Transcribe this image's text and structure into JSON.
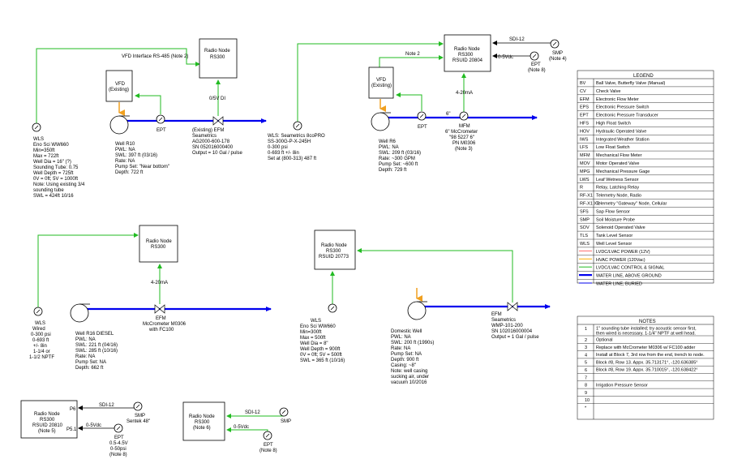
{
  "colors": {
    "control": "#22bb22",
    "water": "#0000ee",
    "vfd_arrow": "#f0a020",
    "power_12v": "#ff6b6b",
    "power_120v": "#ffb000"
  },
  "icons": {
    "sensor": "gauge-dial-icon",
    "pump": "pump-icon",
    "valve": "valve-icon"
  },
  "top_left": {
    "vfd_link": "VFD Interface RS-485 (Note 2)",
    "radio": [
      "Radio Node",
      "RS300"
    ],
    "vfd": [
      "VFD",
      "(Existing)"
    ],
    "dc_signal": "0/5V DI",
    "ept": "EPT",
    "wls": [
      "WLS",
      "Eno Sci WW660",
      "Min=350ft",
      "Max = 722ft",
      "Well Dia = 16\" (?)",
      "Sounding Tube: 0.75",
      "Well Depth = 725ft",
      "0V = 0ft; 5V = 1000ft",
      "Note: Using existing 3/4",
      "sounding tube",
      "SWL = 424ft 10/16"
    ],
    "well": [
      "Well R10",
      "PWL: NA",
      "SWL: 397 ft (03/16)",
      "Rate: NA",
      "Pump Set: \"Near bottom\"",
      "Depth: 722 ft"
    ],
    "efm": [
      "(Existing) EFM",
      "Seametrics",
      "AG2000-600-178",
      "SN 052016000400",
      "Output = 10 Gal / pulse"
    ]
  },
  "top_mid": {
    "note2": "Note 2",
    "sdi": "SDI-12",
    "vdc": "0-5Vdc",
    "radio": [
      "Radio Node",
      "RS300",
      "RSUID 20804"
    ],
    "smp": [
      "SMP",
      "(Note 4)"
    ],
    "ept_note": [
      "EPT",
      "(Note 8)"
    ],
    "vfd": [
      "VFD",
      "(Existing)"
    ],
    "ma": "4-20mA",
    "pipe": "6\"",
    "ept": "EPT",
    "wls": [
      "WLS: Seametrics 8coPRO",
      "SS-300G-P-X-245H",
      "0-300 psi",
      "0-693 ft +/- 8in",
      "Set at (800-313) 487 ft"
    ],
    "well": [
      "Well R6",
      "PWL: NA",
      "SWL: 209 ft (03/16)",
      "Rate: ~300 GPM",
      "Pump Set: ~600 ft",
      "Depth: 729 ft"
    ],
    "mfm": [
      "MFM",
      "6\" McCrometer",
      "\"98 5227 6\"",
      "PN M0306",
      "(Note 3)"
    ]
  },
  "mid_left": {
    "radio": [
      "Radio Node",
      "RS300"
    ],
    "ma": "4-20mA",
    "wls": [
      "WLS",
      "Wired",
      "0-300 psi",
      "0-693 ft",
      "+/- 8in",
      "1-1/4 or",
      "1-1/2 NPTF"
    ],
    "well": [
      "Well R16 DIESEL",
      "PWL: NA",
      "SWL: 221 ft (04/16)",
      "SWL: 285 ft (10/16)",
      "Rate: NA",
      "Pump Set: NA",
      "Depth: 662 ft"
    ],
    "efm": [
      "EFM",
      "McCrometer M0306",
      "with FC100"
    ]
  },
  "mid_center": {
    "radio": [
      "Radio Node",
      "RS300",
      "RSUID 20773"
    ],
    "wls": [
      "WLS",
      "Eno Sci WW660",
      "Min=300ft",
      "Max = 500ft",
      "Well Dia = 8\"",
      "Well Depth = 900ft",
      "0V = 0ft; 5V = 500ft",
      "SWL = 365 ft (10/16)"
    ],
    "well": [
      "Domestic Well",
      "PWL: NA",
      "SWL: 200 ft (1990s)",
      "Rate: NA",
      "Pump Set: NA",
      "Depth: 900 ft",
      "Casing: ~8\"",
      "Note: well casing",
      "sucking air, under",
      "vacuum 10/2016"
    ],
    "efm": [
      "EFM",
      "Seametrics",
      "WMP-101-200",
      "SN 102016000004",
      "Output = 1 Gal / pulse"
    ]
  },
  "bottom_left": {
    "radio": [
      "Radio Node",
      "RS300",
      "RSUID 20810",
      "(Note 5)"
    ],
    "p6": "P6",
    "p51": "P5.1",
    "sdi": "SDI-12",
    "vdc": "0-5Vdc",
    "smp": [
      "SMP",
      "Sentek 48\""
    ],
    "ept": [
      "EPT",
      "0.5-4.5V",
      "0-50psi",
      "(Note 8)"
    ]
  },
  "bottom_mid": {
    "radio": [
      "Radio Node",
      "RS300",
      "(Note 6)"
    ],
    "sdi": "SDI-12",
    "vdc": "0-5Vdc",
    "smp": "SMP",
    "ept": [
      "EPT",
      "(Note 8)"
    ]
  },
  "legend": {
    "title": "LEGEND",
    "rows": [
      [
        "BV",
        "Ball Valve, Butterfly Valve (Manual)"
      ],
      [
        "CV",
        "Check Valve"
      ],
      [
        "EFM",
        "Electronic Flow Meter"
      ],
      [
        "EPS",
        "Electronic Pressure Switch"
      ],
      [
        "EPT",
        "Electronic Pressure Transducer"
      ],
      [
        "HFS",
        "High Float Switch"
      ],
      [
        "HOV",
        "Hydraulic Operated Valve"
      ],
      [
        "IWS",
        "Integrated Weather Station"
      ],
      [
        "LFS",
        "Low Float Switch"
      ],
      [
        "MFM",
        "Mechanical Flow Meter"
      ],
      [
        "MOV",
        "Motor Operated Valve"
      ],
      [
        "MPG",
        "Mechanical Pressure Gage"
      ],
      [
        "LWS",
        "Leaf Wetness Sensor"
      ],
      [
        "R",
        "Relay, Latching Relay"
      ],
      [
        "RF-X1",
        "Telemetry Node, Radio"
      ],
      [
        "RF-X1 X2",
        "Telemetry \"Gateway\" Node, Cellular"
      ],
      [
        "SFS",
        "Sap Flow Sensor"
      ],
      [
        "SMP",
        "Soil Moisture Probe"
      ],
      [
        "SOV",
        "Solenoid Operated Valve"
      ],
      [
        "TLS",
        "Tank Level Sensor"
      ],
      [
        "WLS",
        "Well Level Sensor"
      ]
    ],
    "line_rows": [
      "LVDC/LVAC POWER (12V)",
      "HVAC POWER (120Vac)",
      "LVDC/LVAC CONTROL & SIGNAL",
      "WATER LINE, ABOVE GROUND",
      "WATER LINE, BURIED"
    ]
  },
  "notes": {
    "title": "NOTES",
    "rows": [
      [
        "1",
        "1\" sounding tube installed; try acoustic sensor first,",
        "then wired is necessary. 1-1/4\" NPTF at well head."
      ],
      [
        "2",
        "Optional",
        ""
      ],
      [
        "3",
        "Replace with McCrometer M0306 w/ FC100 adder",
        ""
      ],
      [
        "4",
        "Install at Block 7, 3rd row from the end, trench to node.",
        ""
      ],
      [
        "5",
        "Block #8, Row 13. Appx. 35.713171°, -120.636385°",
        ""
      ],
      [
        "6",
        "Block #8, Row 19. Appx. 35.710015°, -120.638422°",
        ""
      ],
      [
        "7",
        "",
        ""
      ],
      [
        "8",
        "Irrigation Pressure Sensor",
        ""
      ],
      [
        "9",
        "",
        ""
      ],
      [
        "10",
        "",
        ""
      ],
      [
        "*",
        "",
        ""
      ]
    ]
  }
}
